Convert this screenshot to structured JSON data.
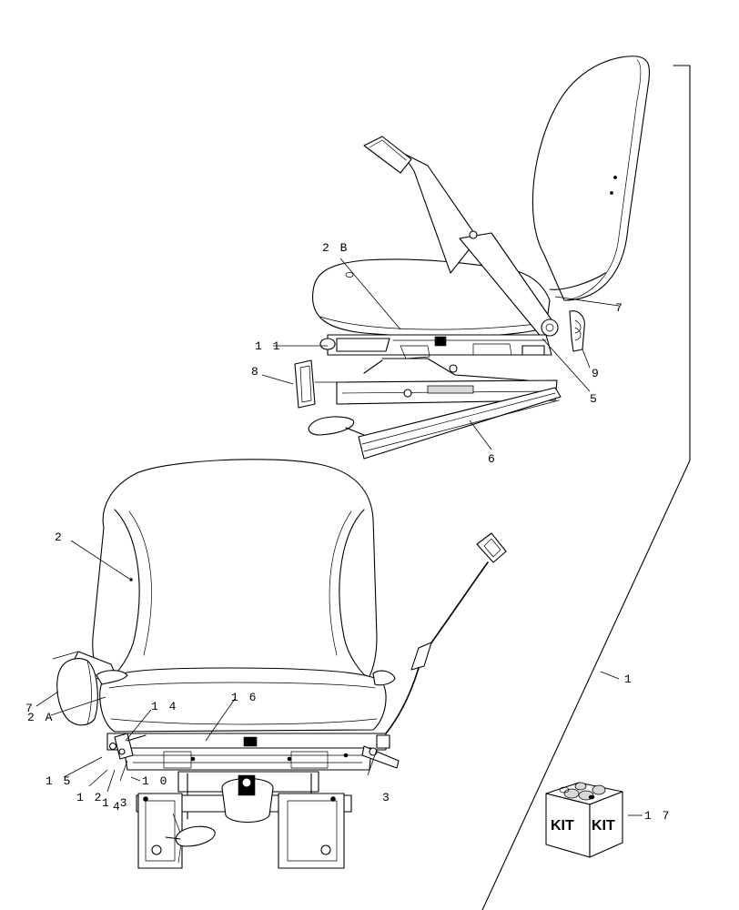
{
  "diagram": {
    "callouts": [
      {
        "id": "c1",
        "label": "1"
      },
      {
        "id": "c2",
        "label": "2"
      },
      {
        "id": "c2A",
        "label": "2 A"
      },
      {
        "id": "c2B",
        "label": "2 B"
      },
      {
        "id": "c3",
        "label": "3"
      },
      {
        "id": "c4",
        "label": "4"
      },
      {
        "id": "c5",
        "label": "5"
      },
      {
        "id": "c6",
        "label": "6"
      },
      {
        "id": "c7a",
        "label": "7"
      },
      {
        "id": "c7b",
        "label": "7"
      },
      {
        "id": "c8",
        "label": "8"
      },
      {
        "id": "c9",
        "label": "9"
      },
      {
        "id": "c10",
        "label": "1 0"
      },
      {
        "id": "c11",
        "label": "1 1"
      },
      {
        "id": "c12",
        "label": "1 2"
      },
      {
        "id": "c13",
        "label": "1 3"
      },
      {
        "id": "c14",
        "label": "1 4"
      },
      {
        "id": "c15",
        "label": "1 5"
      },
      {
        "id": "c16",
        "label": "1 6"
      },
      {
        "id": "c17",
        "label": "1 7"
      }
    ],
    "kit_box": {
      "face_left": "KIT",
      "face_right": "KIT"
    }
  }
}
